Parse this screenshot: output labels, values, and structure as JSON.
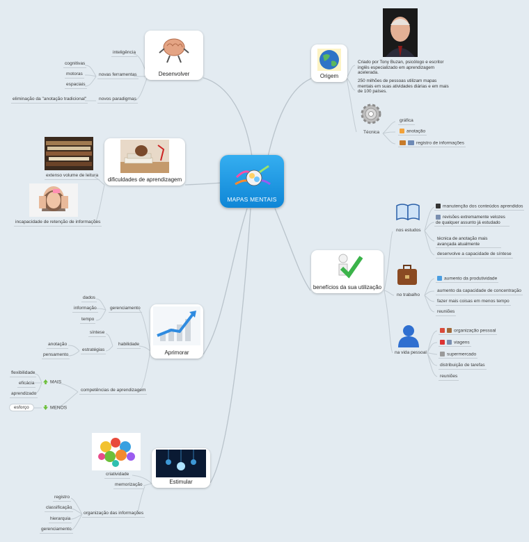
{
  "central": {
    "title": "MAPAS MENTAIS"
  },
  "origem": {
    "title": "Origem",
    "text1": "Criado por Tony Buzan, psicólogo e escritor inglês especializado em aprendizagem acelerada.",
    "text2": "250 milhões de pessoas utilizam mapas mentais em suas atividades diárias e em mais de 100 países.",
    "tecnica": {
      "label": "Técnica",
      "items": [
        "gráfica",
        "anotação",
        "registro de informações"
      ]
    }
  },
  "desenvolver": {
    "title": "Desenvolver",
    "inteligencia": "inteligência",
    "novas_ferramentas": {
      "label": "novas ferramentas",
      "items": [
        "cognitivas",
        "motoras",
        "espaciais"
      ]
    },
    "novos_paradigmas": {
      "label": "novos paradigmas",
      "items": [
        "eliminação da \"anotação tradicional\""
      ]
    }
  },
  "dificuldades": {
    "title": "dificuldades de aprendizagem",
    "items": [
      "extenso volume de leitura",
      "incapacidade de retenção de informações"
    ]
  },
  "beneficios": {
    "title": "benefícios da sua utilização",
    "estudos": {
      "label": "nos estudos",
      "items": [
        "manutenção dos conteúdos aprendidos",
        "revisões extremamente velozes de qualquer assunto já estudado",
        "técnica de anotação mais avançada atualmente",
        "desenvolve a capacidade de síntese"
      ]
    },
    "trabalho": {
      "label": "no trabalho",
      "items": [
        "aumento da produtividade",
        "aumento da capacidade de concentração",
        "fazer mais coisas em menos tempo",
        "reuniões"
      ]
    },
    "pessoal": {
      "label": "na vida pessoal",
      "items": [
        "organização pessoal",
        "viagens",
        "supermercado",
        "distribuição de tarefas",
        "reuniões"
      ]
    }
  },
  "aprimorar": {
    "title": "Aprimorar",
    "gerenciamento": {
      "label": "gerenciamento",
      "items": [
        "dados",
        "informação",
        "tempo"
      ]
    },
    "habilidade": {
      "label": "habilidade",
      "sintese": "síntese",
      "estrategias": {
        "label": "estratégias",
        "items": [
          "anotação",
          "pensamento"
        ]
      }
    },
    "competencias": {
      "label": "competências de aprendizagem",
      "mais": {
        "label": "MAIS",
        "items": [
          "flexibilidade",
          "eficácia",
          "aprendizado"
        ]
      },
      "menos": {
        "label": "MENOS",
        "items": [
          "esforço"
        ]
      }
    }
  },
  "estimular": {
    "title": "Estimular",
    "criatividade": "criatividade",
    "memorizacao": "memorização",
    "organizacao": {
      "label": "organização das informações",
      "items": [
        "registro",
        "classificação",
        "hierarquia",
        "gerenciamento"
      ]
    }
  }
}
